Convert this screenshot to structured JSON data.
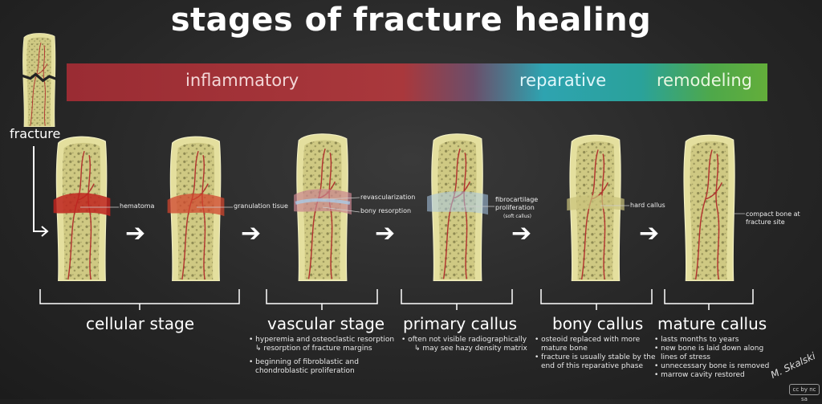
{
  "title": "stages of fracture healing",
  "phases": {
    "inflammatory": "inflammatory",
    "reparative": "reparative",
    "remodeling": "remodeling"
  },
  "fracture_label": "fracture",
  "bone_labels": {
    "b1": "hematoma",
    "b2": "granulation tisue",
    "b3a": "revascularization",
    "b3b": "bony resorption",
    "b4a": "fibrocartilage",
    "b4b": "proliferation",
    "b4c": "(soft callus)",
    "b5": "hard callus",
    "b6a": "compact bone at",
    "b6b": "fracture site"
  },
  "stages": {
    "cellular": {
      "name": "cellular stage"
    },
    "vascular": {
      "name": "vascular stage",
      "notes": [
        "• hyperemia and osteoclastic resorption",
        "↳ resorption of fracture margins",
        "• beginning of fibroblastic and",
        "chondroblastic proliferation"
      ]
    },
    "primary": {
      "name": "primary callus",
      "notes": [
        "• often not visible radiographically",
        "↳ may see hazy density matrix"
      ]
    },
    "bony": {
      "name": "bony callus",
      "notes": [
        "• osteoid replaced with more",
        "mature bone",
        "• fracture is usually stable by the",
        "end of this reparative phase"
      ]
    },
    "mature": {
      "name": "mature callus",
      "notes": [
        "• lasts months to years",
        "• new bone is laid down along",
        "lines of stress",
        "• unnecessary bone is removed",
        "• marrow cavity restored"
      ]
    }
  },
  "signature": "M. Skalski",
  "license_badge": "cc by nc sa",
  "colors": {
    "inflammatory": "#a9383c",
    "reparative": "#2aa29a",
    "remodeling": "#63ae3a",
    "bone": "#e2dd9c",
    "vessel": "#b2332e"
  }
}
